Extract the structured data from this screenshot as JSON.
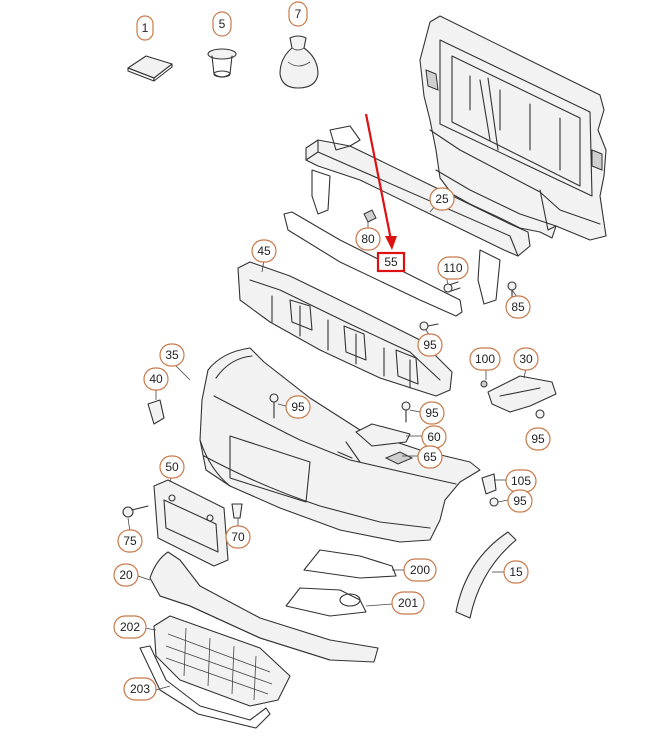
{
  "callouts": {
    "c1": "1",
    "c5": "5",
    "c7": "7",
    "c25": "25",
    "c80": "80",
    "c55": "55",
    "c110": "110",
    "c85": "85",
    "c45": "45",
    "c95a": "95",
    "c100": "100",
    "c30": "30",
    "c35": "35",
    "c40": "40",
    "c95b": "95",
    "c95c": "95",
    "c60": "60",
    "c65": "65",
    "c95d": "95",
    "c105": "105",
    "c95e": "95",
    "c50": "50",
    "c75": "75",
    "c70": "70",
    "c20": "20",
    "c200": "200",
    "c15": "15",
    "c201": "201",
    "c202": "202",
    "c203": "203"
  },
  "colors": {
    "highlight": "#d11111",
    "callout_border": "#c87a4a"
  }
}
